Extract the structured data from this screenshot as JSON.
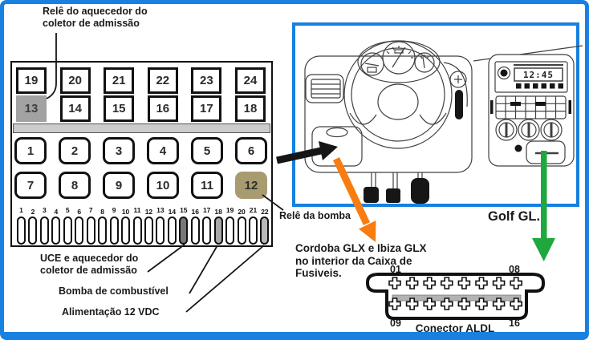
{
  "colors": {
    "border_blue": "#1780E0",
    "arrow_orange": "#F87C10",
    "arrow_green": "#1FA83E",
    "arrow_black": "#161616",
    "fuse_gray": "#A2A2A2",
    "fuse_tan": "#A89B70",
    "pin_dark": "#787878",
    "pin_medium": "#A8A8A8",
    "pin_light": "#B9B9B9",
    "separator_gray": "#CCCCCC"
  },
  "labels": {
    "intake_relay_line1": "Relê do aquecedor do",
    "intake_relay_line2": "coletor de admissão",
    "uce_line1": "UCE e aquecedor do",
    "uce_line2": "coletor de admissão",
    "fuel_pump": "Bomba de combustível",
    "supply_12v": "Alimentação 12 VDC",
    "pump_relay": "Relê da bomba",
    "golf": "Golf GL.",
    "cordoba_line1": "Cordoba GLX e Ibiza GLX",
    "cordoba_line2": "no interior da Caixa de",
    "cordoba_line3": "Fusiveis."
  },
  "fuse_box": {
    "square_rows": [
      [
        19,
        20,
        21,
        22,
        23,
        24
      ],
      [
        13,
        14,
        15,
        16,
        17,
        18
      ]
    ],
    "rounded_rows": [
      [
        1,
        2,
        3,
        4,
        5,
        6
      ],
      [
        7,
        8,
        9,
        10,
        11,
        12
      ]
    ],
    "gray_highlight_fuse": 13,
    "tan_highlight_fuse": 12
  },
  "pin_strip": {
    "numbers": [
      1,
      2,
      3,
      4,
      5,
      6,
      7,
      8,
      9,
      10,
      11,
      12,
      13,
      14,
      15,
      16,
      17,
      18,
      19,
      20,
      21,
      22
    ],
    "filled": {
      "15": "dark",
      "18": "medium",
      "22": "light"
    }
  },
  "dashboard": {
    "radio_time": "12:45"
  },
  "connector": {
    "caption": "Conector ALDL",
    "top_left": "01",
    "top_right": "08",
    "bottom_left": "09",
    "bottom_right": "16",
    "pins_per_row": 8
  }
}
